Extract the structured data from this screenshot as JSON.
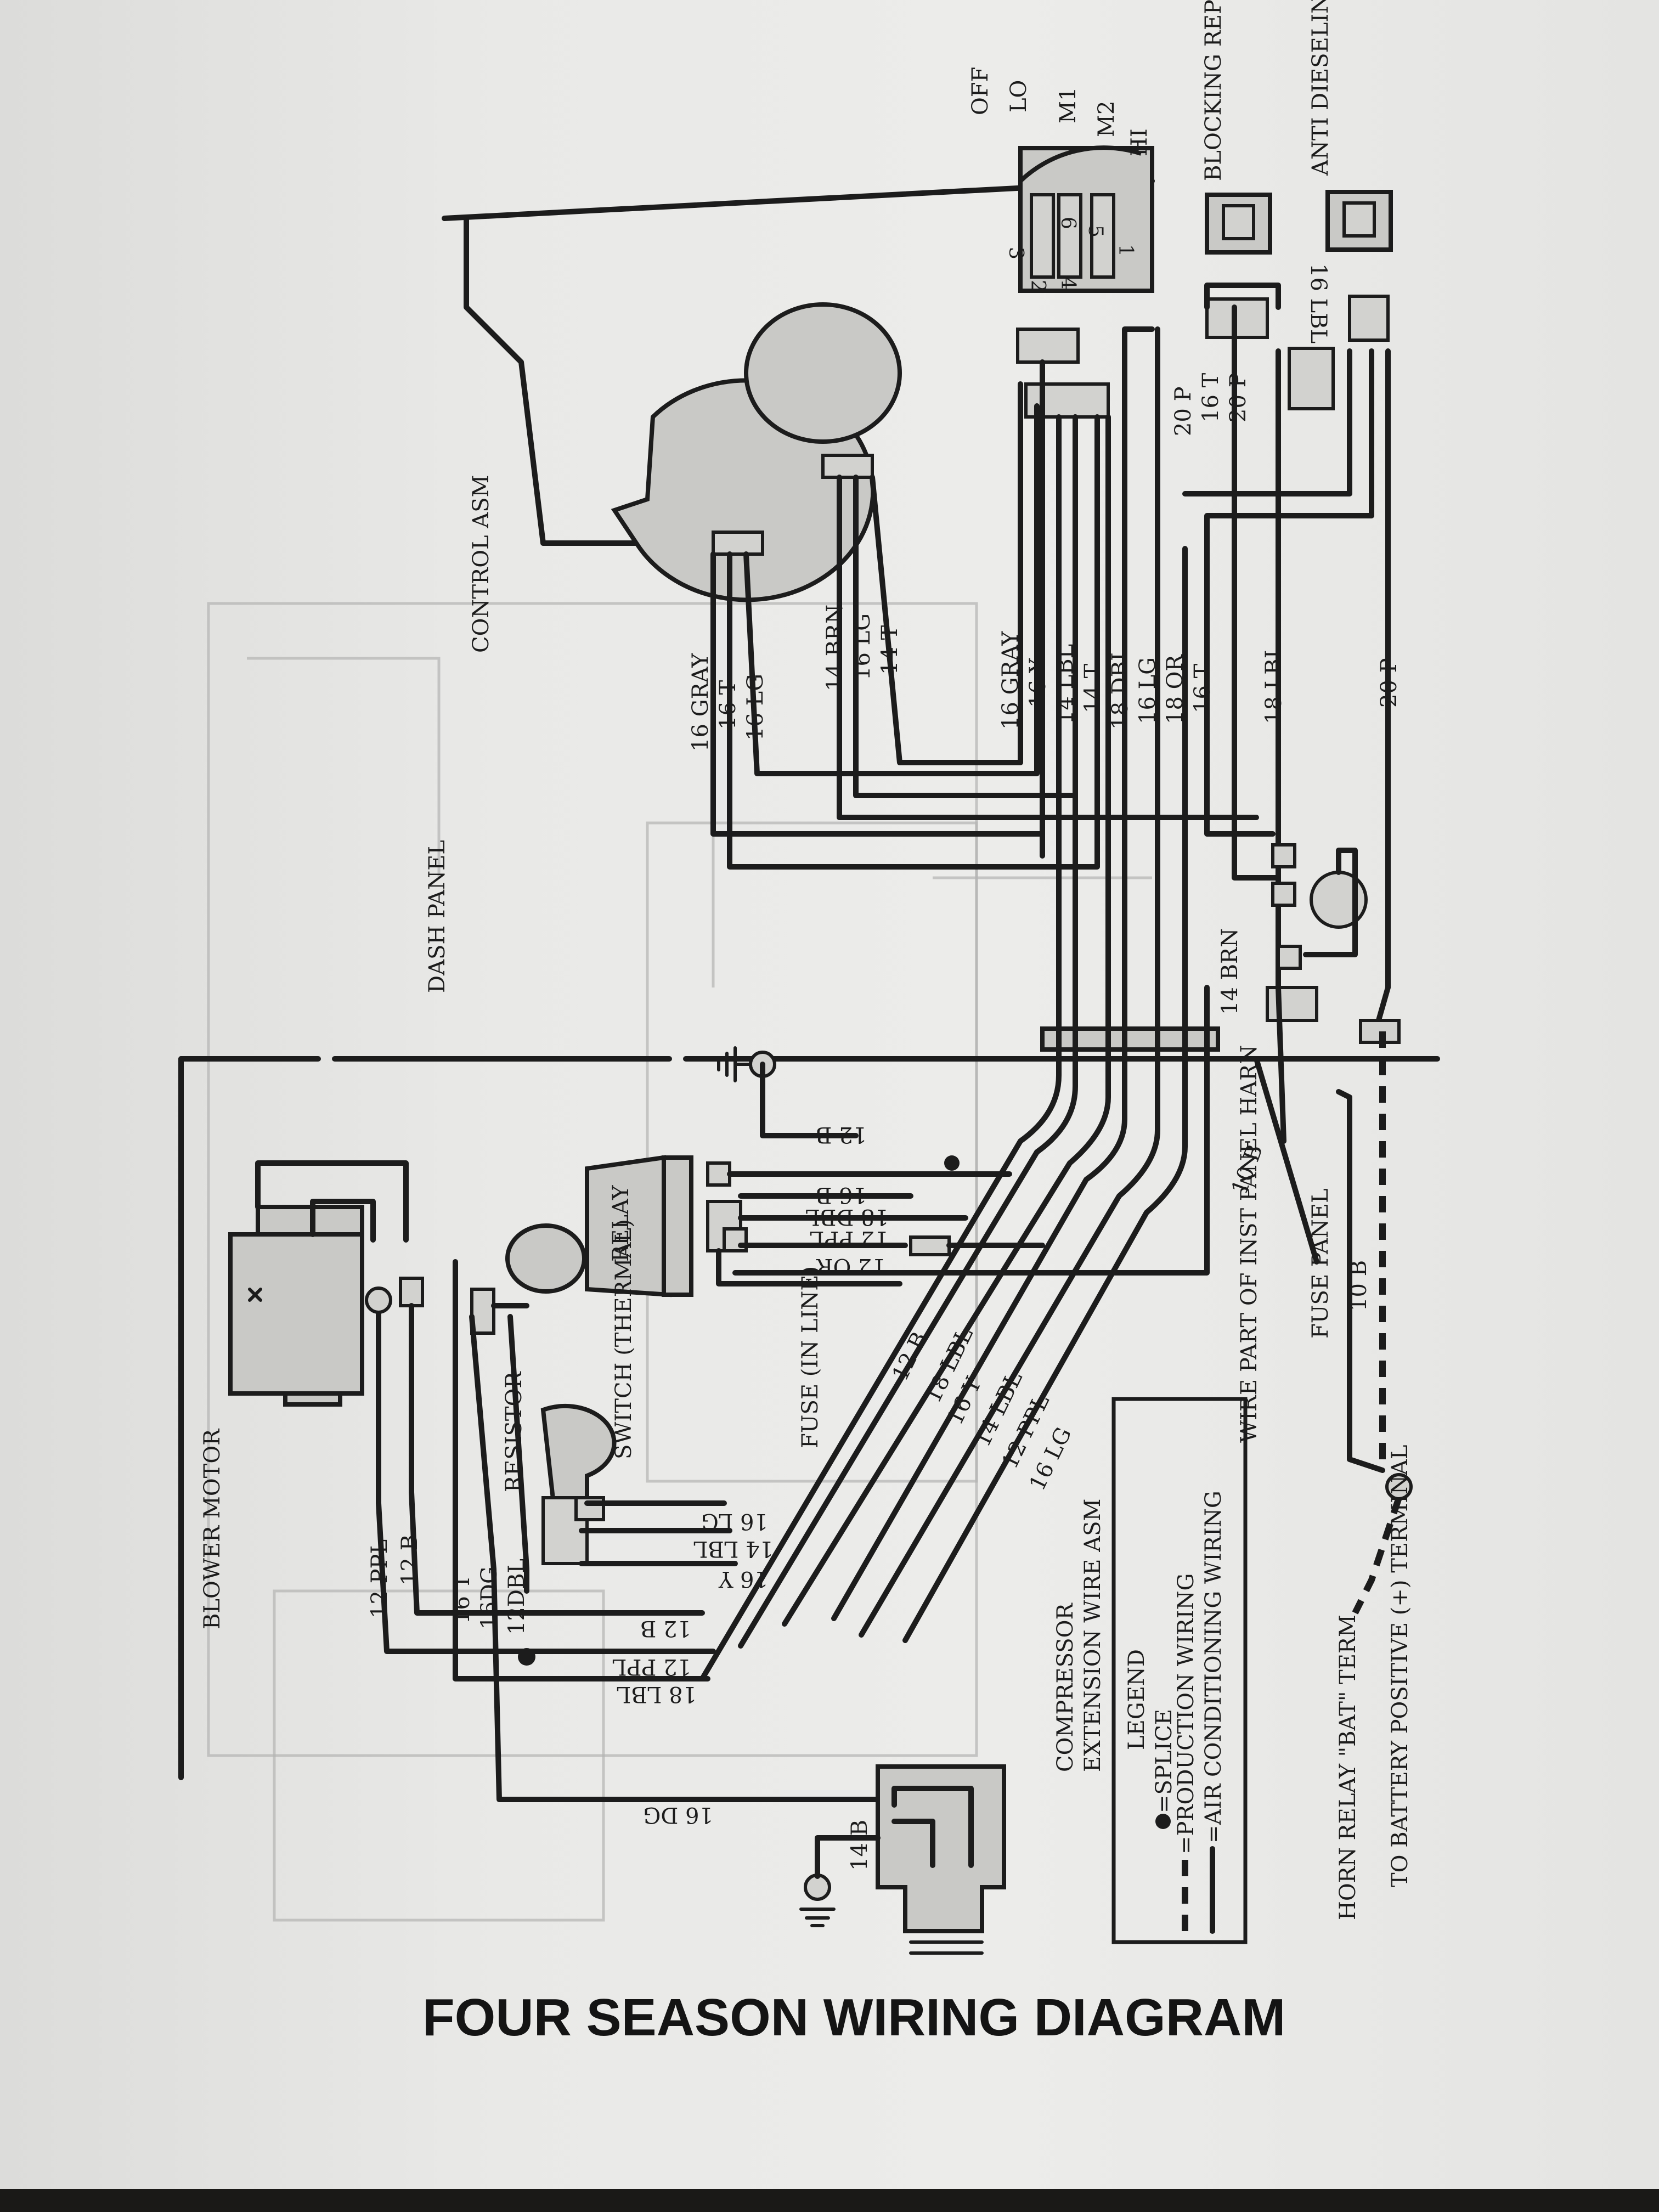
{
  "title": "FOUR SEASON WIRING DIAGRAM",
  "components": {
    "blower_motor": "BLOWER MOTOR",
    "control_asm": "CONTROL ASM",
    "dash_panel": "DASH PANEL",
    "relay": "RELAY",
    "resistor": "RESISTOR",
    "switch_thermal": "SWITCH (THERMAL)",
    "fuse_in_line": "FUSE (IN LINE)",
    "compressor": "COMPRESSOR",
    "extension_wire_asm": "EXTENSION WIRE ASM",
    "wire_part_of_inst_panel_harn": "WIRE PART OF INST PANEL HARN",
    "fuse_panel": "FUSE PANEL",
    "horn_relay_bat_term": "HORN RELAY \"BAT\" TERM",
    "to_battery_positive_terminal": "TO BATTERY POSITIVE (+) TERMINAL",
    "blocking_replay": "BLOCKING REPLAY",
    "anti_dieseling_replay": "ANTI DIESELING REPLAY"
  },
  "switch_positions": [
    "OFF",
    "LO",
    "M1",
    "M2",
    "HI"
  ],
  "switch_pins": [
    "3",
    "2",
    "1",
    "4",
    "5",
    "6"
  ],
  "legend": {
    "heading": "LEGEND",
    "splice": "=SPLICE",
    "production": "=PRODUCTION WIRING",
    "air_conditioning": "=AIR CONDITIONING WIRING"
  },
  "wires": {
    "control_group_a": [
      "16 GRAY",
      "16 T",
      "16 LG"
    ],
    "control_group_b": [
      "14 BRN",
      "16 LG",
      "14 T"
    ],
    "control_group_c": [
      "16 GRAY",
      "16 Y",
      "14 LBL",
      "14 T",
      "18 DBL",
      "16 LG",
      "18 OR",
      "16 T",
      "18 LBL",
      "20 P"
    ],
    "relay_top_right": [
      "20 P",
      "16 T",
      "20 P",
      "16 LBL"
    ],
    "relay_side": [
      "12 B",
      "16 B",
      "18 DBL",
      "12 PPL",
      "12 OR"
    ],
    "harness_diag": [
      "12 B",
      "18 LBL",
      "16 Y",
      "14 LBL",
      "12 PPL",
      "16 LG"
    ],
    "resistor_wires": [
      "16 LG",
      "14 LBL",
      "16 Y"
    ],
    "blower_left": [
      "12 PPL",
      "12 B",
      "16 T",
      "16DG",
      "12DBL"
    ],
    "bottom_wires": [
      "12 B",
      "12 PPL",
      "18 LBL"
    ],
    "compressor_wires": [
      "16 DG",
      "14 B"
    ],
    "dash_brn": "14 BRN",
    "fuse_10b_a": "10 B",
    "fuse_10b_b": "10 B"
  }
}
